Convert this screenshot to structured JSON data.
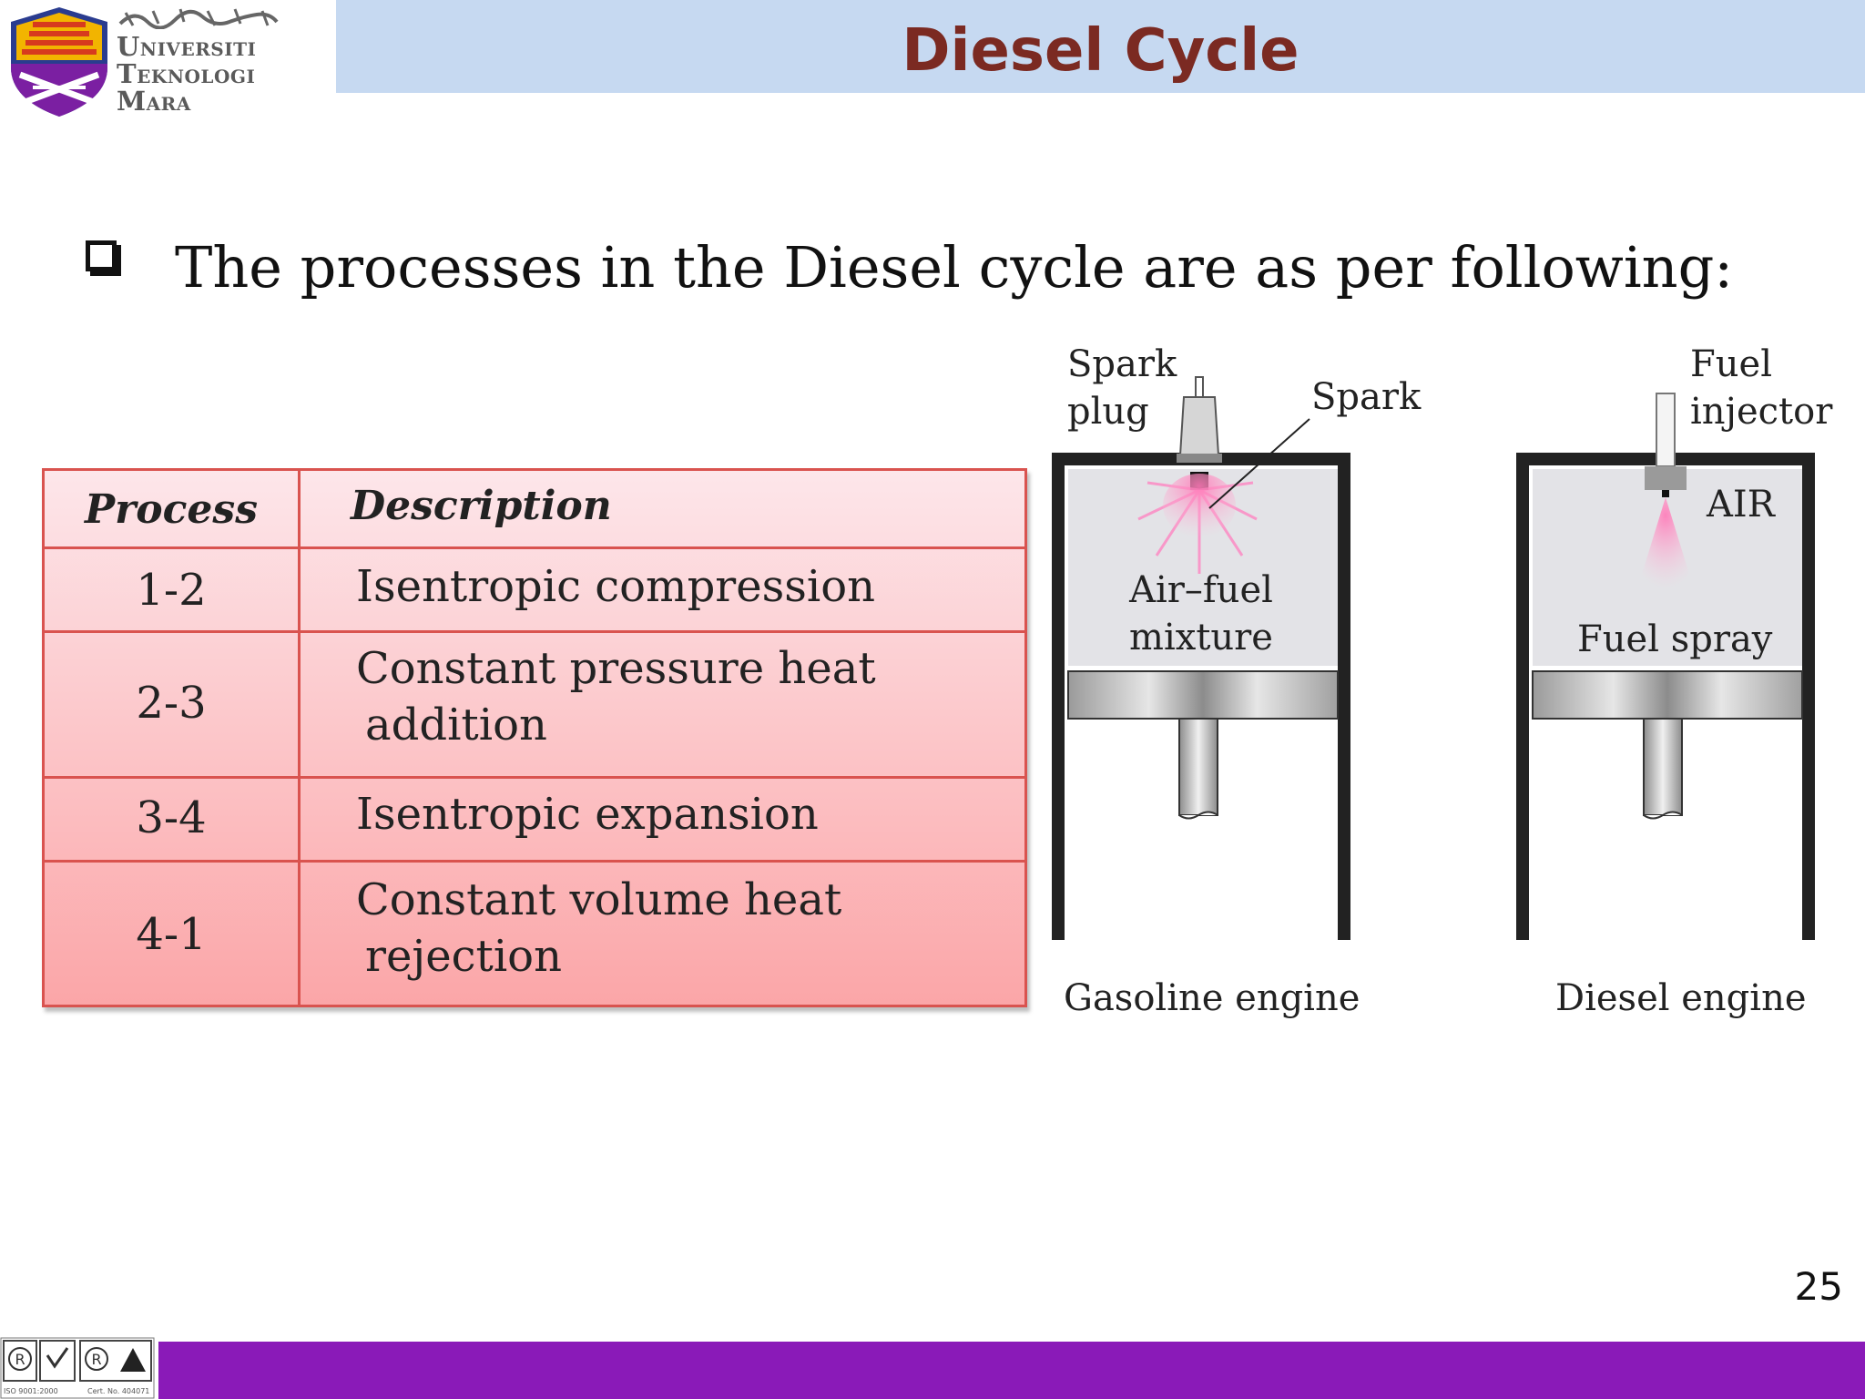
{
  "header": {
    "institution_lines": [
      "Universiti",
      "Teknologi",
      "Mara"
    ],
    "title": "Diesel Cycle"
  },
  "bullet": {
    "text": "The processes in the Diesel cycle are as per following:"
  },
  "table": {
    "headers": [
      "Process",
      "Description"
    ],
    "rows": [
      {
        "process": "1-2",
        "description": [
          "Isentropic compression"
        ]
      },
      {
        "process": "2-3",
        "description": [
          "Constant pressure heat",
          "addition"
        ]
      },
      {
        "process": "3-4",
        "description": [
          "Isentropic expansion"
        ]
      },
      {
        "process": "4-1",
        "description": [
          "Constant volume heat",
          "rejection"
        ]
      }
    ]
  },
  "diagram": {
    "gasoline": {
      "spark_plug_label": [
        "Spark",
        "plug"
      ],
      "spark_label": "Spark",
      "mixture_label": [
        "Air–fuel",
        "mixture"
      ],
      "caption": "Gasoline engine"
    },
    "diesel": {
      "injector_label": [
        "Fuel",
        "injector"
      ],
      "air_label": "AIR",
      "spray_label": "Fuel spray",
      "caption": "Diesel engine"
    }
  },
  "footer": {
    "page_number": "25",
    "cert_labels": [
      "ISO 9001:2000",
      "Cert. No. 404071"
    ]
  },
  "colors": {
    "title_bar": "#c6d9f1",
    "title_text": "#7b2a22",
    "table_border": "#d9534f",
    "footer_bar": "#8a1ab8"
  }
}
